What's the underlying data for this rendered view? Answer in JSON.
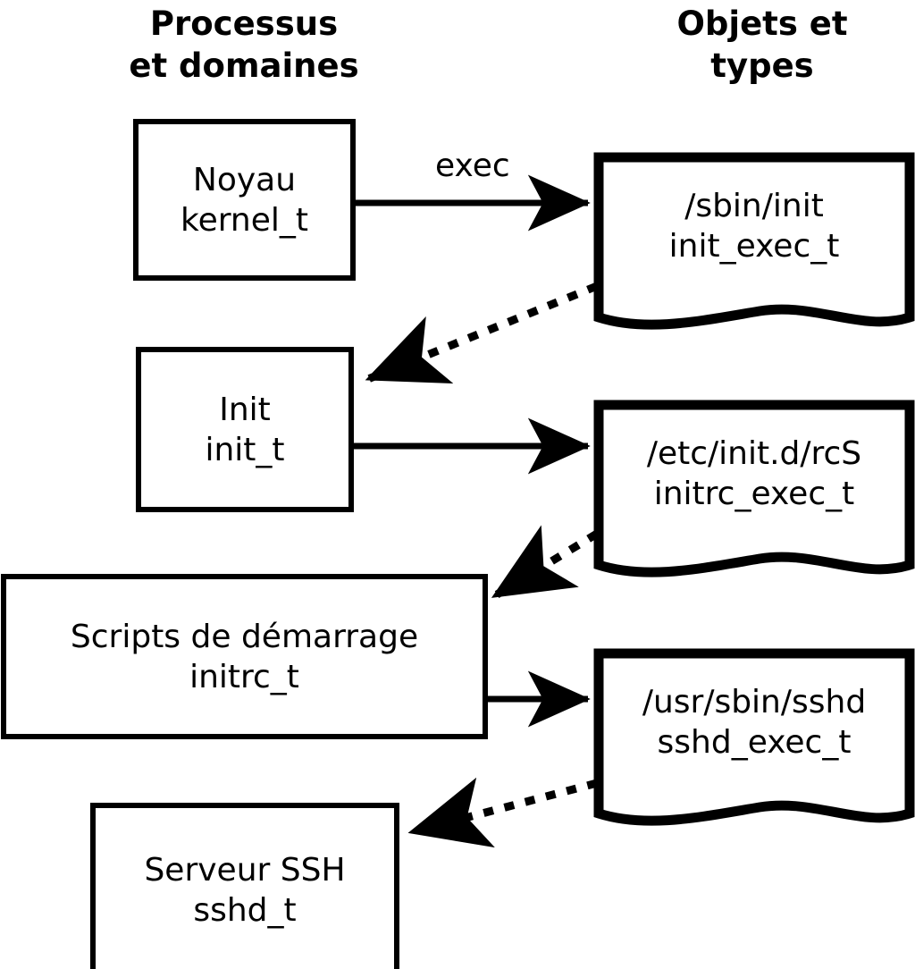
{
  "diagram": {
    "title_left": "Processus\net domaines",
    "title_right": "Objets et\ntypes",
    "accent_color": "#000000",
    "background_color": "#ffffff",
    "columns": [
      {
        "key": "processes",
        "label": "Processus\net domaines"
      },
      {
        "key": "objects",
        "label": "Objets et\ntypes"
      }
    ],
    "process_nodes": [
      {
        "id": "kernel",
        "name": "Noyau",
        "type": "kernel_t"
      },
      {
        "id": "init",
        "name": "Init",
        "type": "init_t"
      },
      {
        "id": "initrc",
        "name": "Scripts de démarrage",
        "type": "initrc_t"
      },
      {
        "id": "sshd",
        "name": "Serveur SSH",
        "type": "sshd_t"
      }
    ],
    "object_nodes": [
      {
        "id": "init_exec",
        "path": "/sbin/init",
        "type": "init_exec_t"
      },
      {
        "id": "initrc_exec",
        "path": "/etc/init.d/rcS",
        "type": "initrc_exec_t"
      },
      {
        "id": "sshd_exec",
        "path": "/usr/sbin/sshd",
        "type": "sshd_exec_t"
      }
    ],
    "edges": [
      {
        "id": "kernel-exec-init_exec",
        "from": "kernel",
        "to": "init_exec",
        "style": "solid",
        "label": "exec"
      },
      {
        "id": "init_exec-transition-init",
        "from": "init_exec",
        "to": "init",
        "style": "dotted",
        "label": ""
      },
      {
        "id": "init-exec-initrc_exec",
        "from": "init",
        "to": "initrc_exec",
        "style": "solid",
        "label": ""
      },
      {
        "id": "initrc_exec-transition-initrc",
        "from": "initrc_exec",
        "to": "initrc",
        "style": "dotted",
        "label": ""
      },
      {
        "id": "initrc-exec-sshd_exec",
        "from": "initrc",
        "to": "sshd_exec",
        "style": "solid",
        "label": ""
      },
      {
        "id": "sshd_exec-transition-sshd",
        "from": "sshd_exec",
        "to": "sshd",
        "style": "dotted",
        "label": ""
      }
    ]
  }
}
